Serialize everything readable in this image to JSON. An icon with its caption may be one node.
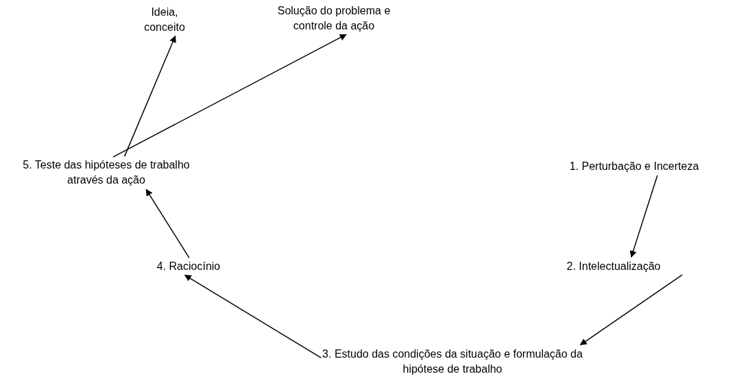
{
  "diagram": {
    "nodes": [
      {
        "text": [
          "Ideia, conceito"
        ]
      },
      {
        "text": [
          "Solução do problema e controle da ação"
        ]
      },
      {
        "text": [
          "5. Teste das hipóteses de trabalho através da ação"
        ]
      },
      {
        "text": [
          "1. Perturbação e Incerteza"
        ]
      },
      {
        "text": [
          "2. Intelectualização"
        ]
      },
      {
        "text": [
          "3. Estudo das condições da situação e formulação da hipótese de trabalho"
        ]
      },
      {
        "text": [
          "4. Raciocínio"
        ]
      }
    ],
    "edges": [
      {
        "from": 3,
        "to": 4,
        "arrow": "to"
      },
      {
        "from": 4,
        "to": 5,
        "arrow": "to"
      },
      {
        "from": 5,
        "to": 6,
        "arrow": "to"
      },
      {
        "from": 6,
        "to": 2,
        "arrow": "to"
      },
      {
        "from": 2,
        "to": 0,
        "arrow": "to"
      },
      {
        "from": 2,
        "to": 1,
        "arrow": "to"
      }
    ]
  }
}
